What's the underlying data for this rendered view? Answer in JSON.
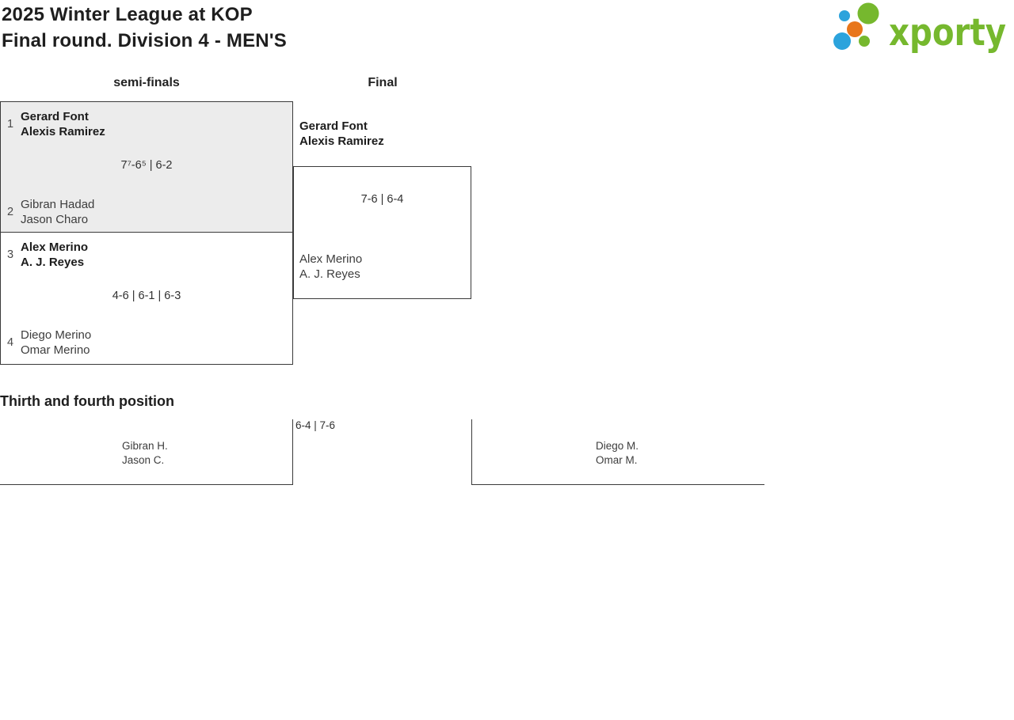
{
  "header": {
    "title_line1": "2025 Winter League at KOP",
    "title_line2": "Final round. Division 4 - MEN'S"
  },
  "logo": {
    "text": "xporty",
    "green": "#76B82E",
    "blue": "#2CA3DC",
    "orange": "#E8761B"
  },
  "rounds": {
    "semifinals_label": "semi-finals",
    "final_label": "Final"
  },
  "semifinals": [
    {
      "score": "7⁷-6⁵ | 6-2",
      "top": {
        "seed": "1",
        "players": [
          "Gerard Font",
          "Alexis Ramirez"
        ],
        "winner": true
      },
      "bottom": {
        "seed": "2",
        "players": [
          "Gibran Hadad",
          "Jason Charo"
        ],
        "winner": false
      }
    },
    {
      "score": "4-6 | 6-1 | 6-3",
      "top": {
        "seed": "3",
        "players": [
          "Alex Merino",
          "A. J. Reyes"
        ],
        "winner": true
      },
      "bottom": {
        "seed": "4",
        "players": [
          "Diego Merino",
          "Omar Merino"
        ],
        "winner": false
      }
    }
  ],
  "final": {
    "score": "7-6 | 6-4",
    "winner": {
      "players": [
        "Gerard Font",
        "Alexis Ramirez"
      ]
    },
    "loser": {
      "players": [
        "Alex Merino",
        "A. J. Reyes"
      ]
    }
  },
  "third_place": {
    "title": "Thirth and fourth position",
    "score": "6-4 | 7-6",
    "left": {
      "players": [
        "Gibran H.",
        "Jason C."
      ]
    },
    "right": {
      "players": [
        "Diego M.",
        "Omar M."
      ]
    }
  }
}
